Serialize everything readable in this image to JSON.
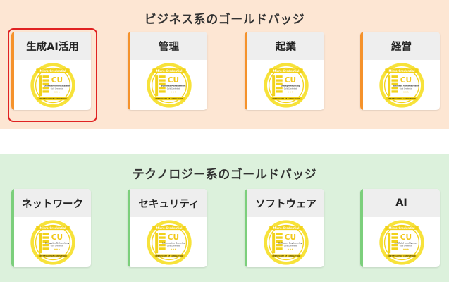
{
  "business": {
    "title": "ビジネス系のゴールドバッジ",
    "cards": [
      {
        "label": "生成AI活用",
        "badge_sub": "Generative AI Utilization"
      },
      {
        "label": "管理",
        "badge_sub": "Business Management"
      },
      {
        "label": "起業",
        "badge_sub": "Entrepreneurship"
      },
      {
        "label": "経営",
        "badge_sub": "Business Administration"
      }
    ]
  },
  "tech": {
    "title": "テクノロジー系のゴールドバッジ",
    "cards": [
      {
        "label": "ネットワーク",
        "badge_sub": "Computer Networking"
      },
      {
        "label": "セキュリティ",
        "badge_sub": "Information Security"
      },
      {
        "label": "ソフトウェア",
        "badge_sub": "Software Engineering"
      },
      {
        "label": "AI",
        "badge_sub": "Artificial Intelligence"
      }
    ]
  },
  "badge": {
    "top_text": "Micro-Credential",
    "letters": "CU",
    "level": "Gold Credential",
    "stars": "★★★",
    "bottom_text": "CERTIFICATE OF COMPLETION"
  },
  "selected_index": 0,
  "colors": {
    "business_bg": "#fde6d3",
    "business_accent": "#f5922b",
    "tech_bg": "#dcf1dc",
    "tech_accent": "#7ccf7c",
    "badge_gold": "#f5dc1e",
    "selected_outline": "#e02222"
  }
}
